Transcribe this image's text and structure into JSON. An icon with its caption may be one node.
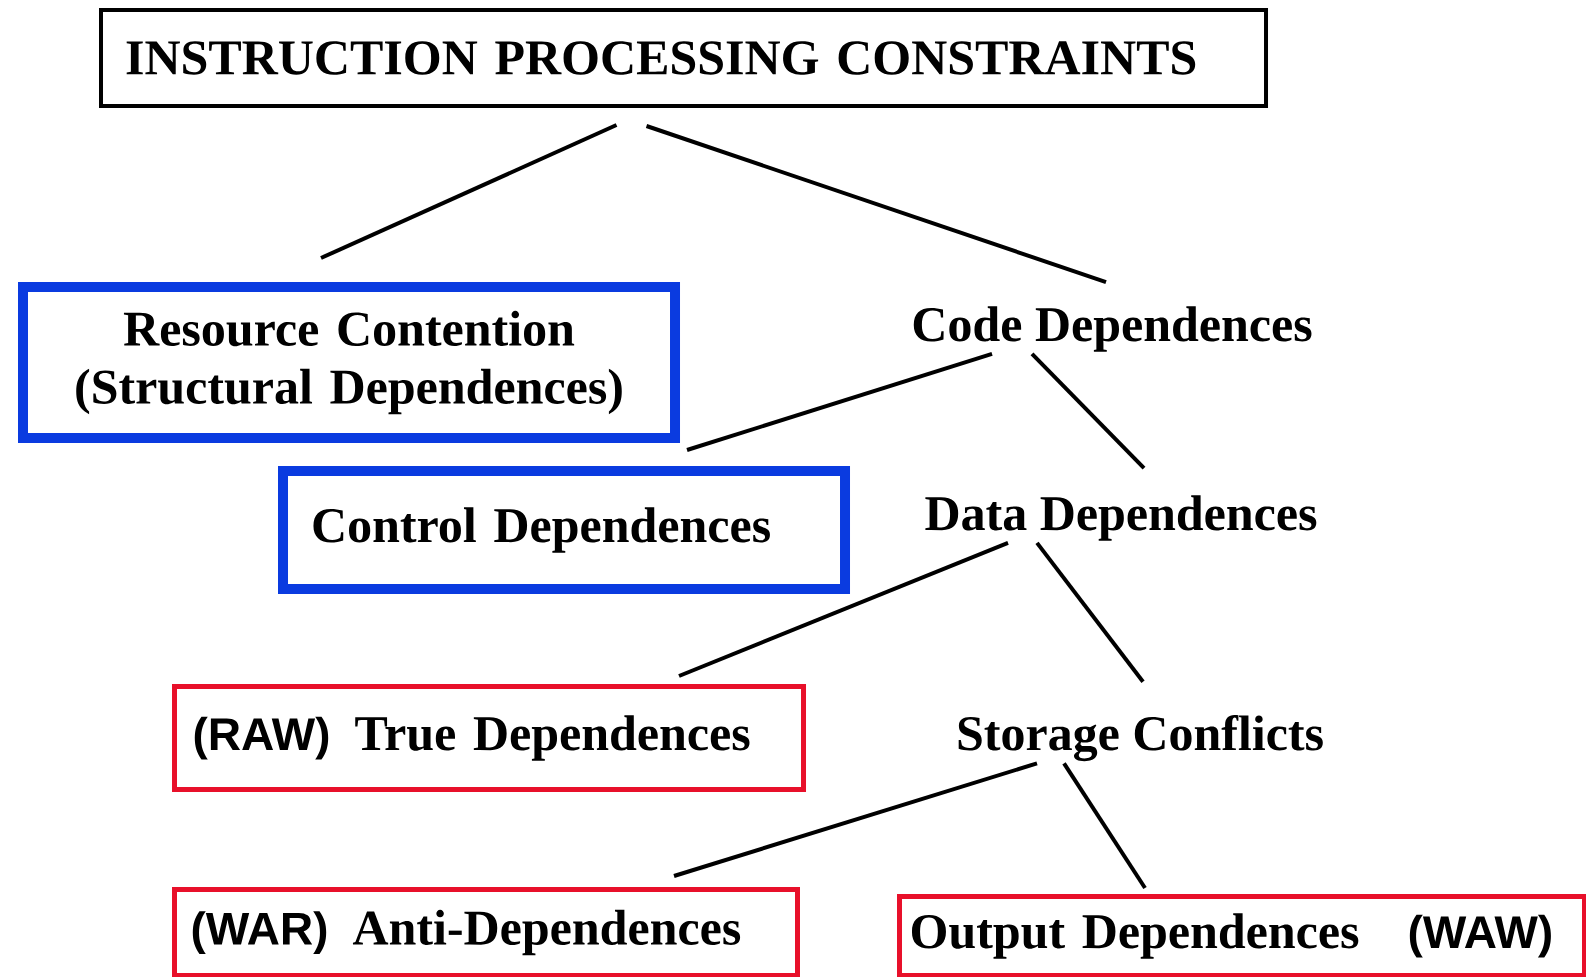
{
  "diagram": {
    "nodes": [
      {
        "text": [
          "INSTRUCTION PROCESSING CONSTRAINTS"
        ]
      },
      {
        "text": [
          "Resource Contention",
          "(Structural Dependences)"
        ]
      },
      {
        "text": [
          "Code Dependences"
        ]
      },
      {
        "text": [
          "Control Dependences"
        ]
      },
      {
        "text": [
          "Data Dependences"
        ]
      },
      {
        "text": [
          "(RAW)",
          "True Dependences"
        ]
      },
      {
        "text": [
          "Storage Conflicts"
        ]
      },
      {
        "text": [
          "(WAR)",
          "Anti-Dependences"
        ]
      },
      {
        "text": [
          "Output Dependences",
          "(WAW)"
        ]
      }
    ],
    "edges": [
      {
        "from": 0,
        "to": 1,
        "arrow": "none"
      },
      {
        "from": 0,
        "to": 2,
        "arrow": "none"
      },
      {
        "from": 2,
        "to": 3,
        "arrow": "none"
      },
      {
        "from": 2,
        "to": 4,
        "arrow": "none"
      },
      {
        "from": 4,
        "to": 5,
        "arrow": "none"
      },
      {
        "from": 4,
        "to": 6,
        "arrow": "none"
      },
      {
        "from": 6,
        "to": 7,
        "arrow": "none"
      },
      {
        "from": 6,
        "to": 8,
        "arrow": "none"
      }
    ]
  }
}
